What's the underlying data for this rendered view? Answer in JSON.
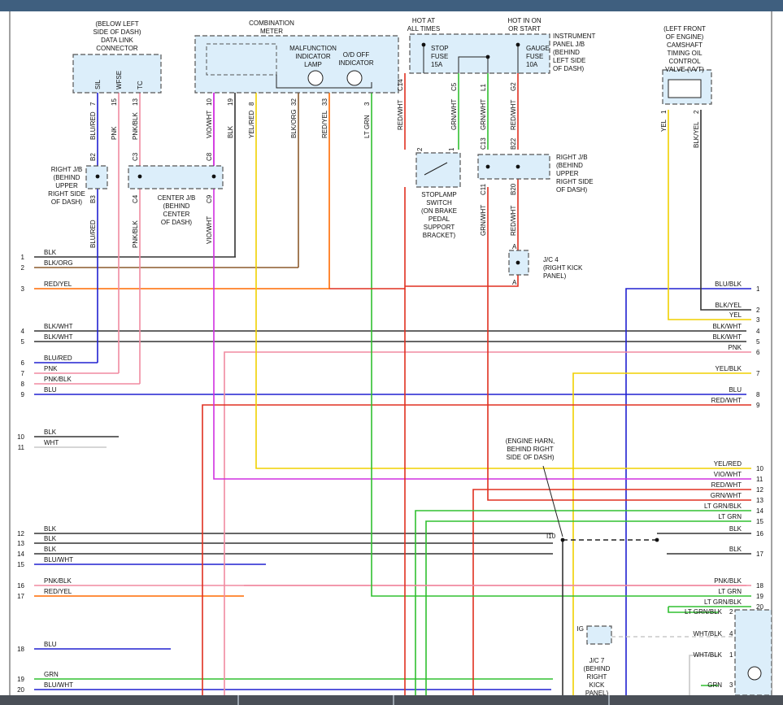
{
  "components": {
    "dlc": {
      "title": [
        "(BELOW LEFT",
        "SIDE OF DASH)",
        "DATA LINK",
        "CONNECTOR"
      ],
      "pins": [
        "SIL",
        "WFSE",
        "TC"
      ]
    },
    "meter": {
      "title": [
        "COMBINATION",
        "METER"
      ],
      "mil": [
        "MALFUNCTION",
        "INDICATOR",
        "LAMP"
      ],
      "od": [
        "O/D OFF",
        "INDICATOR"
      ]
    },
    "ip_jb": {
      "hot_always": [
        "HOT AT",
        "ALL TIMES"
      ],
      "hot_on": [
        "HOT IN ON",
        "OR START"
      ],
      "title": [
        "INSTRUMENT",
        "PANEL J/B",
        "(BEHIND",
        "LEFT SIDE",
        "OF DASH)"
      ],
      "stop_fuse": [
        "STOP",
        "FUSE",
        "15A"
      ],
      "gauge_fuse": [
        "GAUGE",
        "FUSE",
        "10A"
      ]
    },
    "vvt": {
      "title": [
        "(LEFT FRONT",
        "OF ENGINE)",
        "CAMSHAFT",
        "TIMING OIL",
        "CONTROL",
        "VALVE (VVT)"
      ]
    },
    "right_jb_left": {
      "title": [
        "RIGHT J/B",
        "(BEHIND",
        "UPPER",
        "RIGHT SIDE",
        "OF DASH)"
      ]
    },
    "center_jb": {
      "title": [
        "CENTER J/B",
        "(BEHIND",
        "CENTER",
        "OF DASH)"
      ]
    },
    "stoplamp": {
      "title": [
        "STOPLAMP",
        "SWITCH",
        "(ON BRAKE",
        "PEDAL",
        "SUPPORT",
        "BRACKET)"
      ]
    },
    "right_jb_right": {
      "title": [
        "RIGHT J/B",
        "(BEHIND",
        "UPPER",
        "RIGHT SIDE",
        "OF DASH)"
      ]
    },
    "jc4": {
      "title": [
        "J/C 4",
        "(RIGHT KICK",
        "PANEL)"
      ]
    },
    "engine_harn": {
      "title": [
        "(ENGINE HARN,",
        "BEHIND RIGHT",
        "SIDE OF DASH)"
      ]
    },
    "jc7": {
      "title": [
        "J/C 7",
        "(BEHIND",
        "RIGHT",
        "KICK",
        "PANEL)"
      ],
      "ig": "IG"
    }
  },
  "pin_labels": [
    "7",
    "15",
    "13",
    "10",
    "19",
    "8",
    "32",
    "33",
    "3",
    "C14",
    "C5",
    "L1",
    "G2",
    "2",
    "1",
    "C13",
    "B22",
    "C11",
    "B20",
    "A",
    "A",
    "B2",
    "B3",
    "C3",
    "C4",
    "C8",
    "C9",
    "1",
    "2",
    "I10"
  ],
  "wire_labels": {
    "dlc": [
      "BLU/RED",
      "PNK",
      "PNK/BLK"
    ],
    "dlc_lower": [
      "BLU/RED",
      "PNK/BLK",
      "VIO/WHT"
    ],
    "meter": [
      "VIO/WHT",
      "BLK",
      "YEL/RED",
      "BLK/ORG",
      "RED/YEL",
      "LT GRN"
    ],
    "jb": [
      "RED/WHT",
      "GRN/WHT",
      "GRN/WHT",
      "RED/WHT",
      "GRN/WHT",
      "RED/WHT"
    ],
    "vvt": [
      "YEL",
      "BLK/YEL"
    ]
  },
  "left_connector": [
    {
      "n": "1",
      "label": "BLK"
    },
    {
      "n": "2",
      "label": "BLK/ORG"
    },
    {
      "n": "3",
      "label": "RED/YEL"
    },
    {
      "n": "4",
      "label": "BLK/WHT"
    },
    {
      "n": "5",
      "label": "BLK/WHT"
    },
    {
      "n": "6",
      "label": "BLU/RED"
    },
    {
      "n": "7",
      "label": "PNK"
    },
    {
      "n": "8",
      "label": "PNK/BLK"
    },
    {
      "n": "9",
      "label": "BLU"
    },
    {
      "n": "10",
      "label": "BLK"
    },
    {
      "n": "11",
      "label": "WHT"
    },
    {
      "n": "12",
      "label": "BLK"
    },
    {
      "n": "13",
      "label": "BLK"
    },
    {
      "n": "14",
      "label": "BLK"
    },
    {
      "n": "15",
      "label": "BLU/WHT"
    },
    {
      "n": "16",
      "label": "PNK/BLK"
    },
    {
      "n": "17",
      "label": "RED/YEL"
    },
    {
      "n": "18",
      "label": "BLU"
    },
    {
      "n": "19",
      "label": "GRN"
    },
    {
      "n": "20",
      "label": "BLU/WHT"
    }
  ],
  "right_connector": [
    {
      "n": "1",
      "label": "BLU/BLK"
    },
    {
      "n": "2",
      "label": "BLK/YEL"
    },
    {
      "n": "3",
      "label": "YEL"
    },
    {
      "n": "4",
      "label": "BLK/WHT"
    },
    {
      "n": "5",
      "label": "BLK/WHT"
    },
    {
      "n": "6",
      "label": "PNK"
    },
    {
      "n": "7",
      "label": "YEL/BLK"
    },
    {
      "n": "8",
      "label": "BLU"
    },
    {
      "n": "9",
      "label": "RED/WHT"
    },
    {
      "n": "10",
      "label": "YEL/RED"
    },
    {
      "n": "11",
      "label": "VIO/WHT"
    },
    {
      "n": "12",
      "label": "RED/WHT"
    },
    {
      "n": "13",
      "label": "GRN/WHT"
    },
    {
      "n": "14",
      "label": "LT GRN/BLK"
    },
    {
      "n": "15",
      "label": "LT GRN"
    },
    {
      "n": "16",
      "label": "BLK"
    },
    {
      "n": "17",
      "label": "BLK"
    },
    {
      "n": "18",
      "label": "PNK/BLK"
    },
    {
      "n": "19",
      "label": "LT GRN"
    },
    {
      "n": "20",
      "label": "LT GRN/BLK"
    }
  ],
  "relay_labels": [
    {
      "label": "LT GRN/BLK",
      "n": "2"
    },
    {
      "label": "WHT/BLK",
      "n": "4"
    },
    {
      "label": "WHT/BLK",
      "n": "1"
    },
    {
      "label": "GRN",
      "n": "3"
    }
  ],
  "colors": {
    "blk": "#333333",
    "brown": "#8b5a2b",
    "red": "#e03020",
    "orange": "#ff6a00",
    "blue": "#2020d0",
    "pink": "#f08aa0",
    "yellow": "#f0d000",
    "green": "#30c030",
    "violet": "#d030e0",
    "gray": "#c8c8c8",
    "box_fill": "#dceefa",
    "box_stroke": "#555555"
  }
}
